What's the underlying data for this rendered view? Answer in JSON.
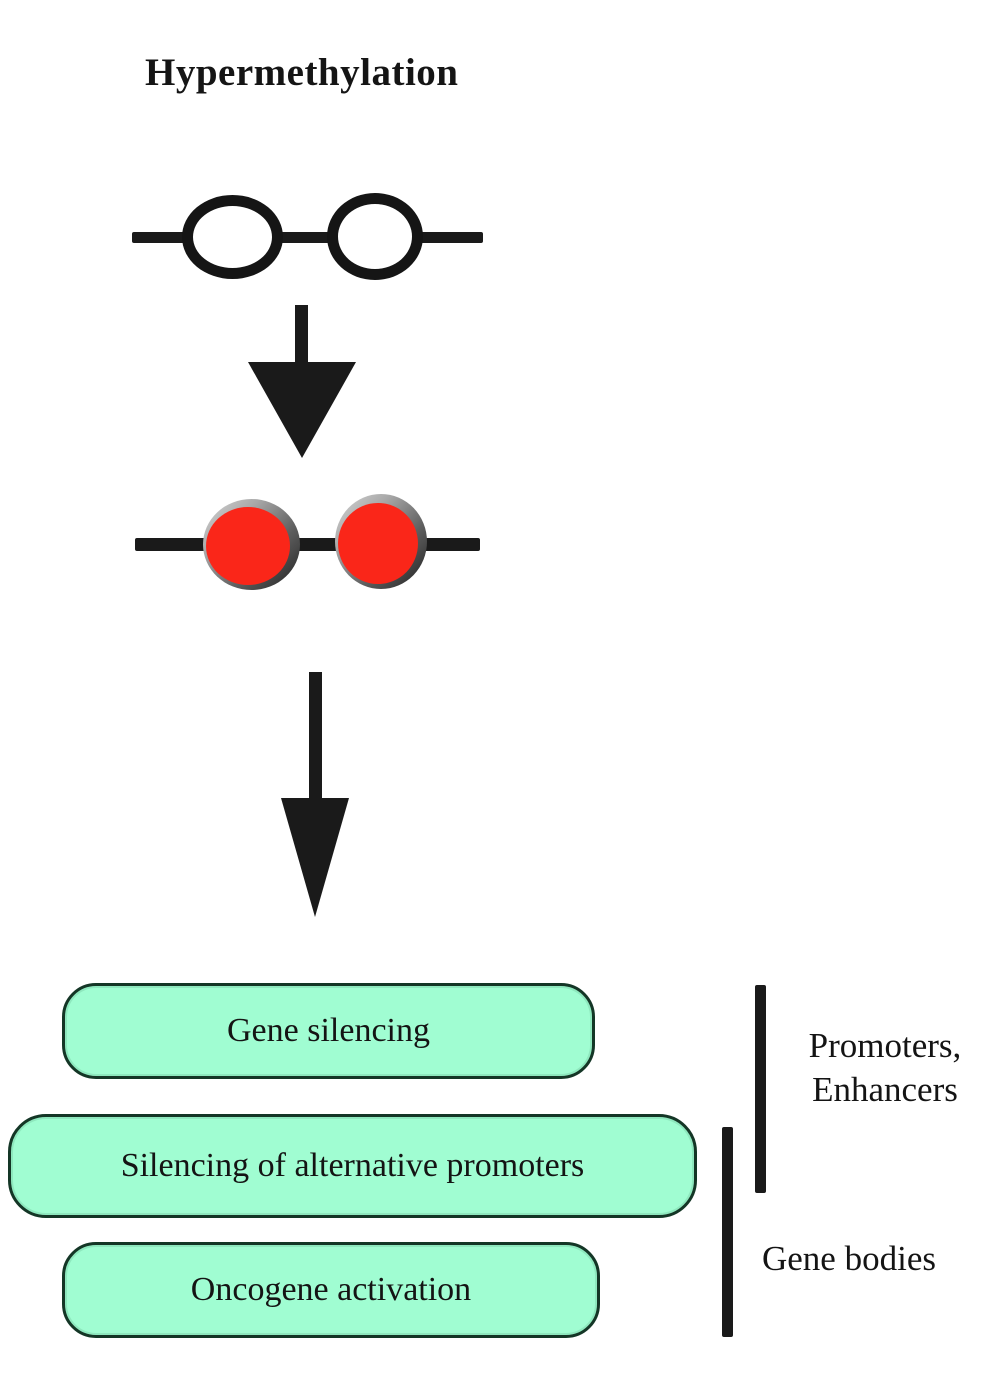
{
  "title": "Hypermethylation",
  "dna": {
    "unmethylated_icon": "dna-strand-open-cpg-circles",
    "methylated_icon": "dna-strand-red-methylated-cpg-circles",
    "arrow_icon": "down-arrow"
  },
  "outcome_boxes": [
    {
      "label": "Gene silencing"
    },
    {
      "label": "Silencing of alternative promoters"
    },
    {
      "label": "Oncogene activation"
    }
  ],
  "annotations": {
    "promoters_enhancers": {
      "lines": [
        "Promoters,",
        "Enhancers"
      ]
    },
    "gene_bodies": {
      "label": "Gene bodies"
    }
  },
  "colors": {
    "ink": "#1a1a1a",
    "methyl_red": "#fa2619",
    "box_fill": "#a0fdd2",
    "box_border": "#143626",
    "background": "#ffffff"
  }
}
